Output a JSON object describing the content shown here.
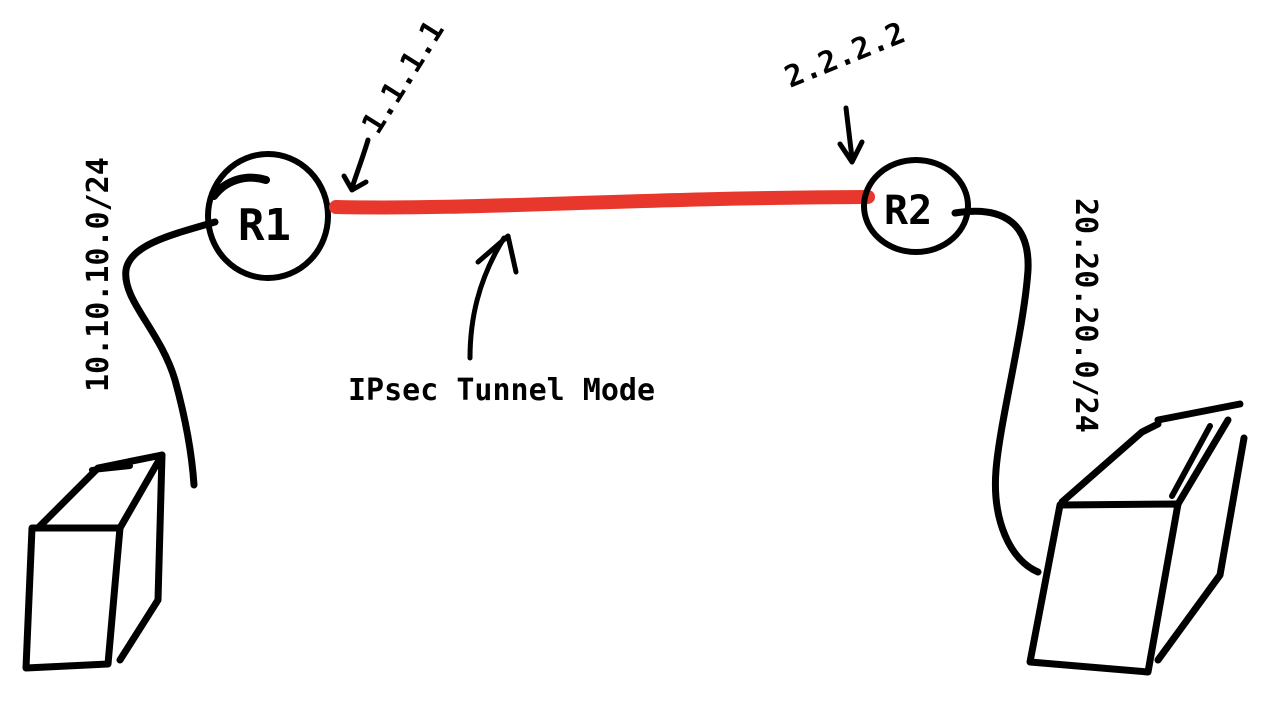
{
  "nodes": {
    "r1": {
      "label": "R1",
      "ip": "1.1.1.1"
    },
    "r2": {
      "label": "R2",
      "ip": "2.2.2.2"
    }
  },
  "subnets": {
    "left": "10.10.10.0/24",
    "right": "20.20.20.0/24"
  },
  "tunnel": {
    "label": "IPsec Tunnel Mode",
    "color": "#e8382d"
  },
  "ink_color": "#000000"
}
